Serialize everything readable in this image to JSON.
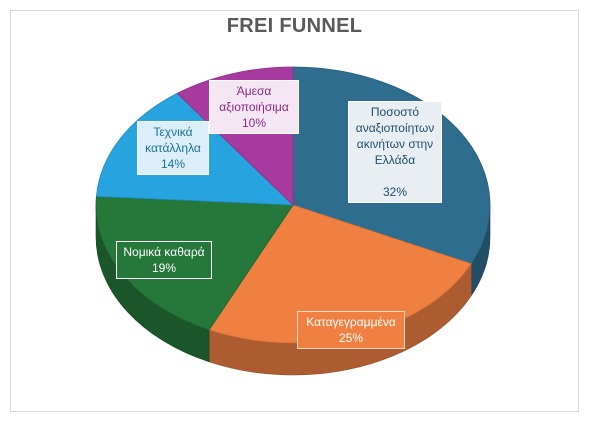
{
  "chart_data": {
    "type": "pie",
    "title": "FREI FUNNEL",
    "slices": [
      {
        "label": "Ποσοστό\nαναξιοποίητων\nακινήτων στην\nΕλλάδα",
        "value": 32,
        "display": "32%",
        "color": "#2e6d8e"
      },
      {
        "label": "Καταγεγραμμένα",
        "value": 25,
        "display": "25%",
        "color": "#f07f42"
      },
      {
        "label": "Νομικά καθαρά",
        "value": 19,
        "display": "19%",
        "color": "#25773a"
      },
      {
        "label": "Τεχνικά\nκατάλληλα",
        "value": 14,
        "display": "14%",
        "color": "#27a3df"
      },
      {
        "label": "Άμεσα\nαξιοποιήσιμα",
        "value": 10,
        "display": "10%",
        "color": "#a73a9e"
      }
    ]
  }
}
